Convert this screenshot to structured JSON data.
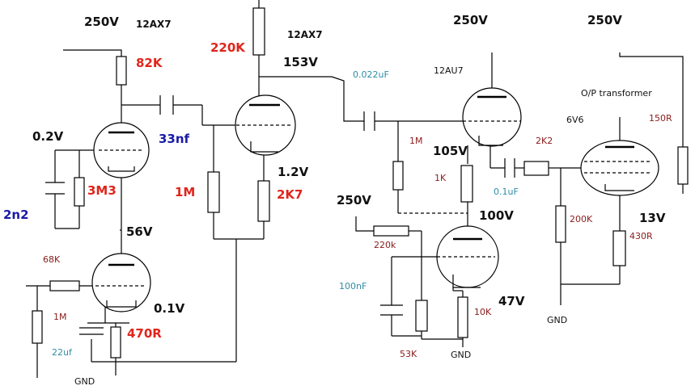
{
  "diagram": {
    "colors": {
      "black": "#111111",
      "red": "#e0251c",
      "darkred": "#8b1a1a",
      "blue": "#1a1aa8",
      "teal": "#2f8ca3"
    },
    "labels": {
      "v250_a": "250V",
      "tube_v1": "12AX7",
      "r82k": "82K",
      "v02": "0.2V",
      "c33nf": "33nf",
      "r3m3": "3M3",
      "c2n2": "2n2",
      "v56": "56V",
      "r68k": "68K",
      "r1m_in": "1M",
      "v01": "0.1V",
      "r470": "470R",
      "c22uf": "22uf",
      "gnd_a": "GND",
      "r220k": "220K",
      "tube_v2": "12AX7",
      "v153": "153V",
      "r1m_b": "1M",
      "v12": "1.2V",
      "r2k7": "2K7",
      "c0022": "0.022uF",
      "v250_b": "250V",
      "tube_v3": "12AU7",
      "r1m_c": "1M",
      "v105": "105V",
      "r1k": "1K",
      "r2k2": "2K2",
      "c01uf": "0.1uF",
      "v250_c": "250V",
      "opt": "O/P transformer",
      "tube_v5": "6V6",
      "r150": "150R",
      "v250_d": "250V",
      "r220k_b": "220k",
      "v100": "100V",
      "c100nf": "100nF",
      "r53k": "53K",
      "r10k": "10K",
      "v47": "47V",
      "gnd_b": "GND",
      "r200k": "200K",
      "v13": "13V",
      "r430": "430R",
      "gnd_c": "GND"
    }
  }
}
